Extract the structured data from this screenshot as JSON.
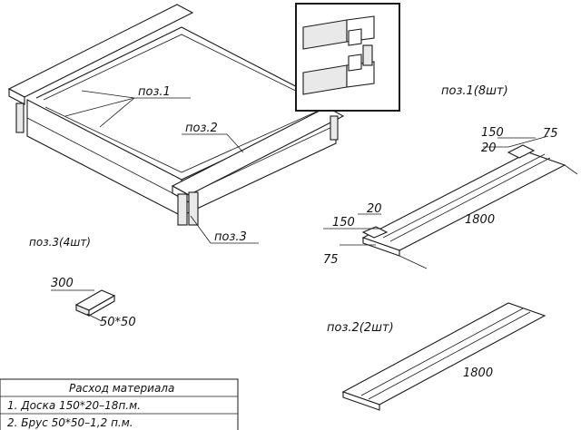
{
  "labels": {
    "pos1": "поз.1",
    "pos2": "поз.2",
    "pos3": "поз.3",
    "pos1_count": "поз.1(8шт)",
    "pos2_count": "поз.2(2шт)",
    "pos3_count": "поз.3(4шт)"
  },
  "dims": {
    "board1_width": "150",
    "board1_step": "75",
    "board1_thick": "20",
    "board1_length": "1800",
    "board1b_width": "150",
    "board1b_thick": "20",
    "board1b_step": "75",
    "board2_length": "1800",
    "post_length": "300",
    "post_section": "50*50"
  },
  "table": {
    "title": "Расход материала",
    "rows": [
      "1.  Доска 150*20–18п.м.",
      "2.  Брус 50*50–1,2 п.м."
    ]
  }
}
